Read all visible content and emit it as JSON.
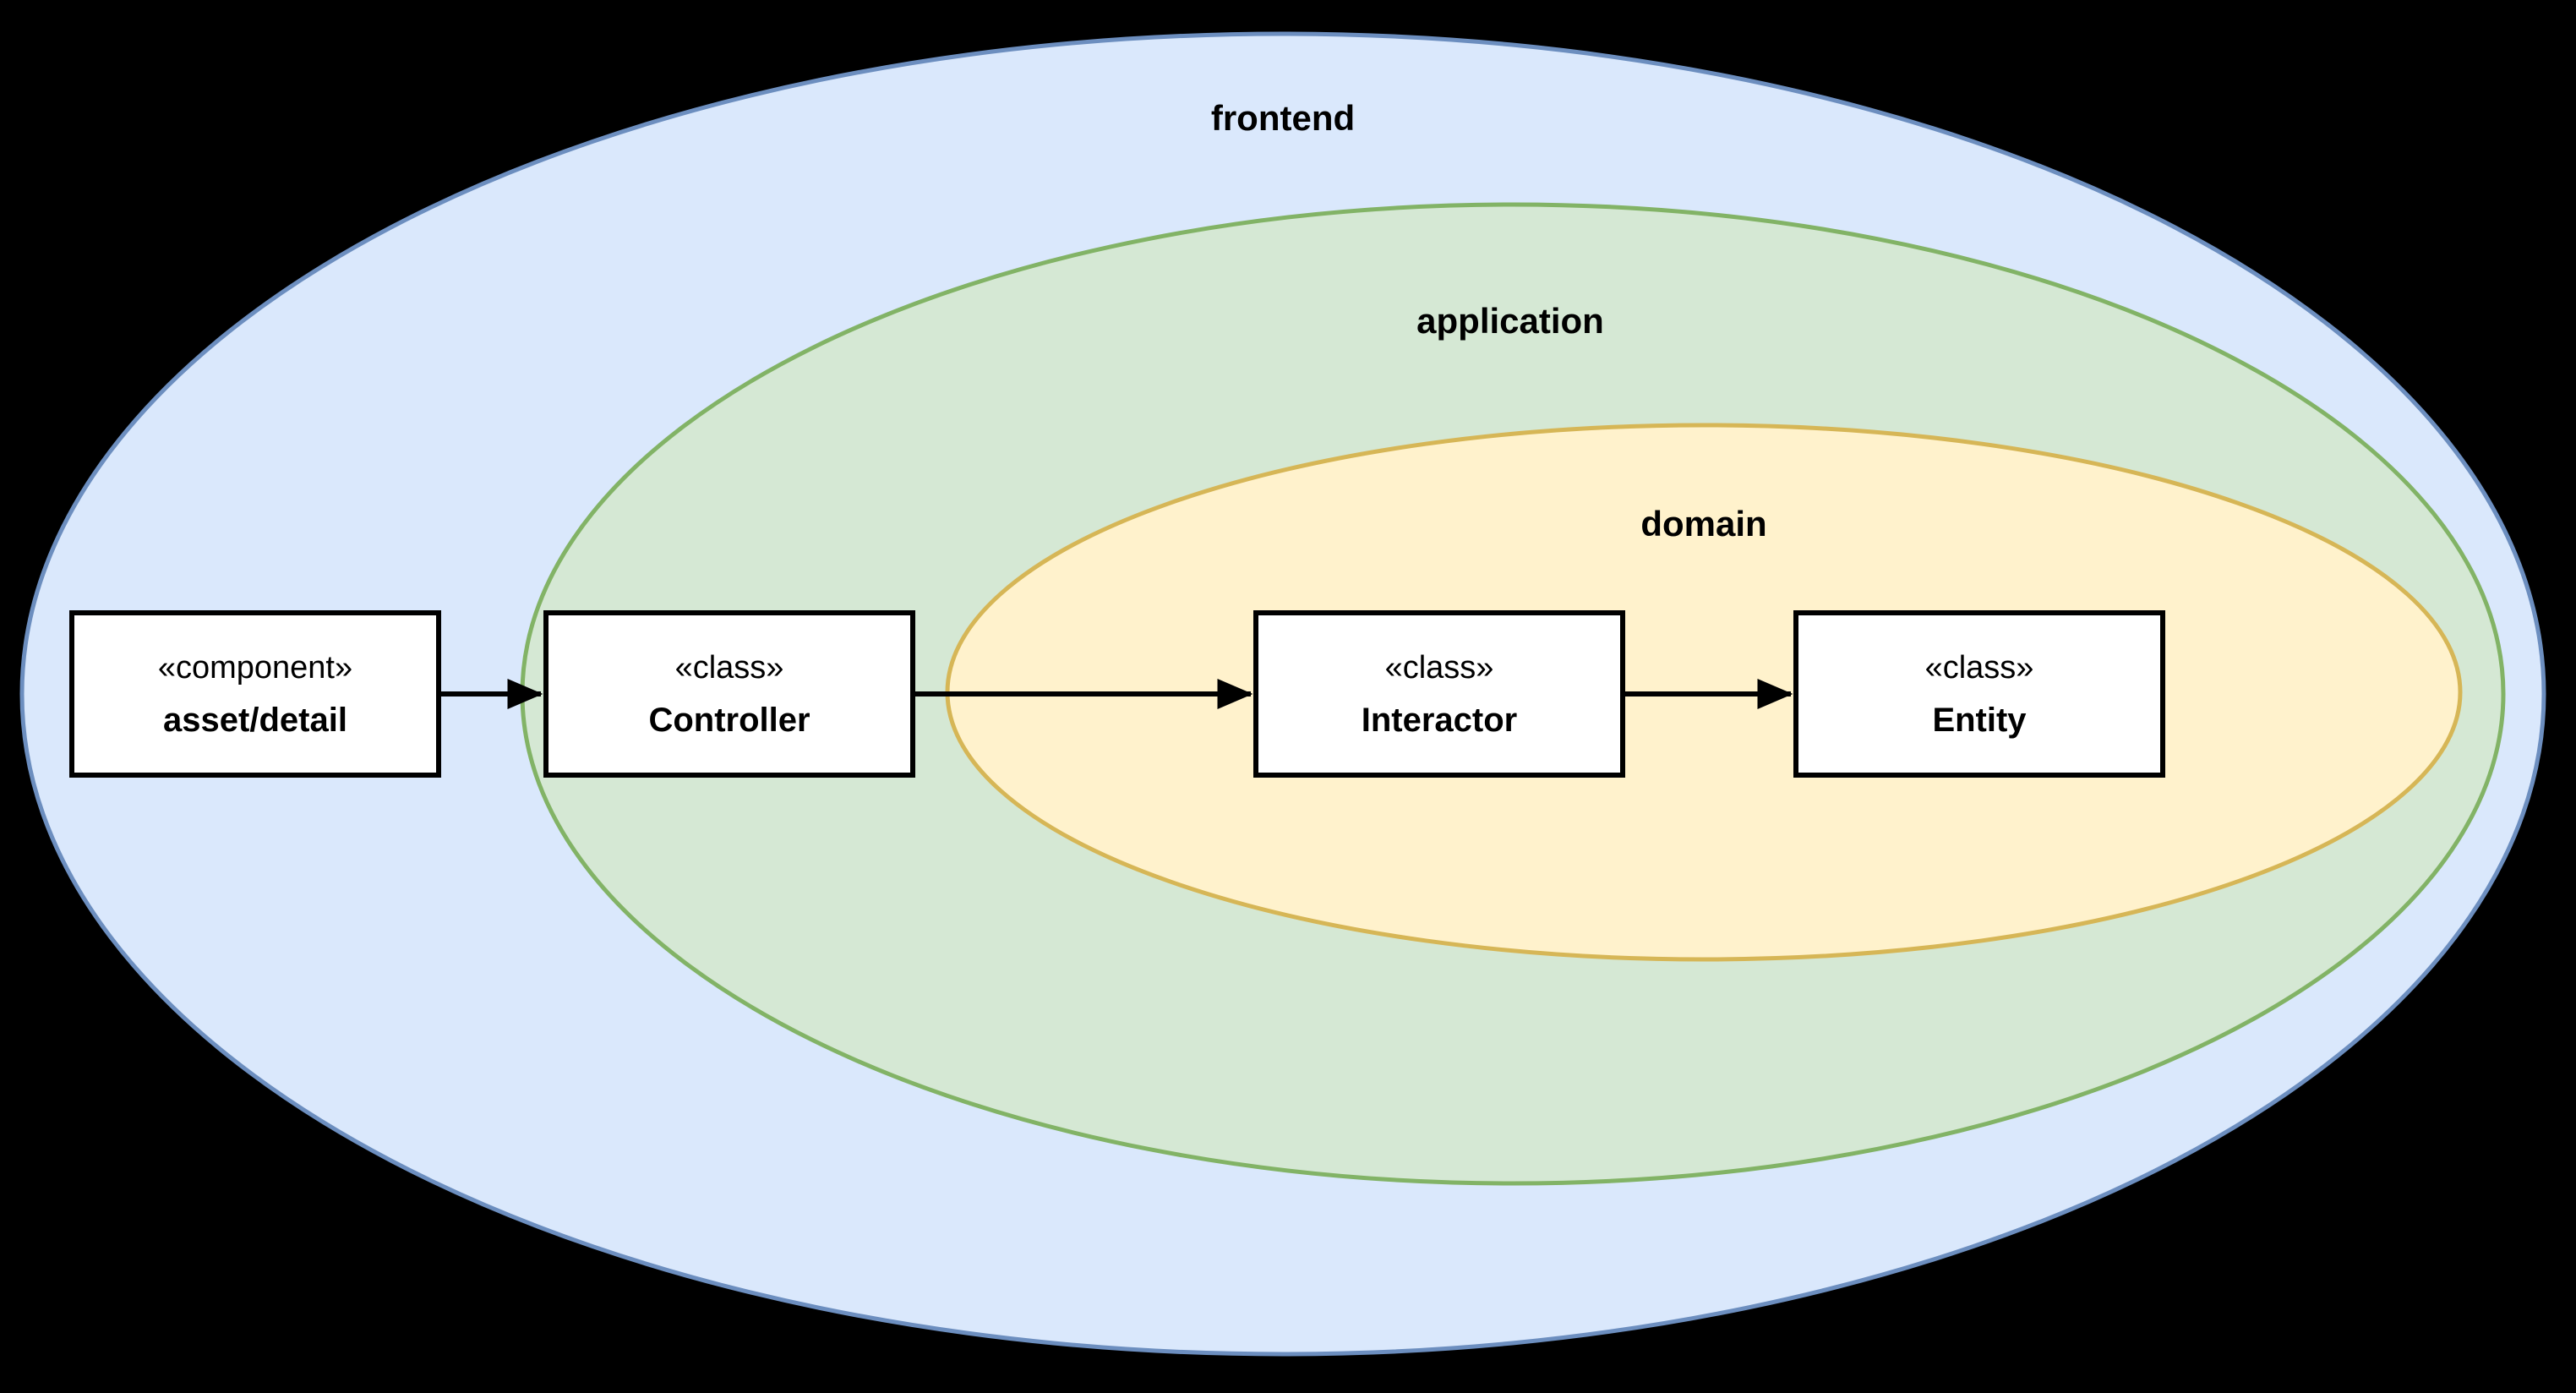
{
  "background_color": "#000000",
  "layers": [
    {
      "label": "frontend",
      "fill": "#dae8fc",
      "stroke": "#6c8ebf"
    },
    {
      "label": "application",
      "fill": "#d5e8d4",
      "stroke": "#82b366"
    },
    {
      "label": "domain",
      "fill": "#fff2cc",
      "stroke": "#d6b656"
    }
  ],
  "nodes": [
    {
      "stereotype": "«component»",
      "name": "asset/detail"
    },
    {
      "stereotype": "«class»",
      "name": "Controller"
    },
    {
      "stereotype": "«class»",
      "name": "Interactor"
    },
    {
      "stereotype": "«class»",
      "name": "Entity"
    }
  ],
  "edges": [
    {
      "from": "asset/detail",
      "to": "Controller"
    },
    {
      "from": "Controller",
      "to": "Interactor"
    },
    {
      "from": "Interactor",
      "to": "Entity"
    }
  ],
  "edge_color": "#000000",
  "node_fill": "#ffffff",
  "node_border": "#000000"
}
